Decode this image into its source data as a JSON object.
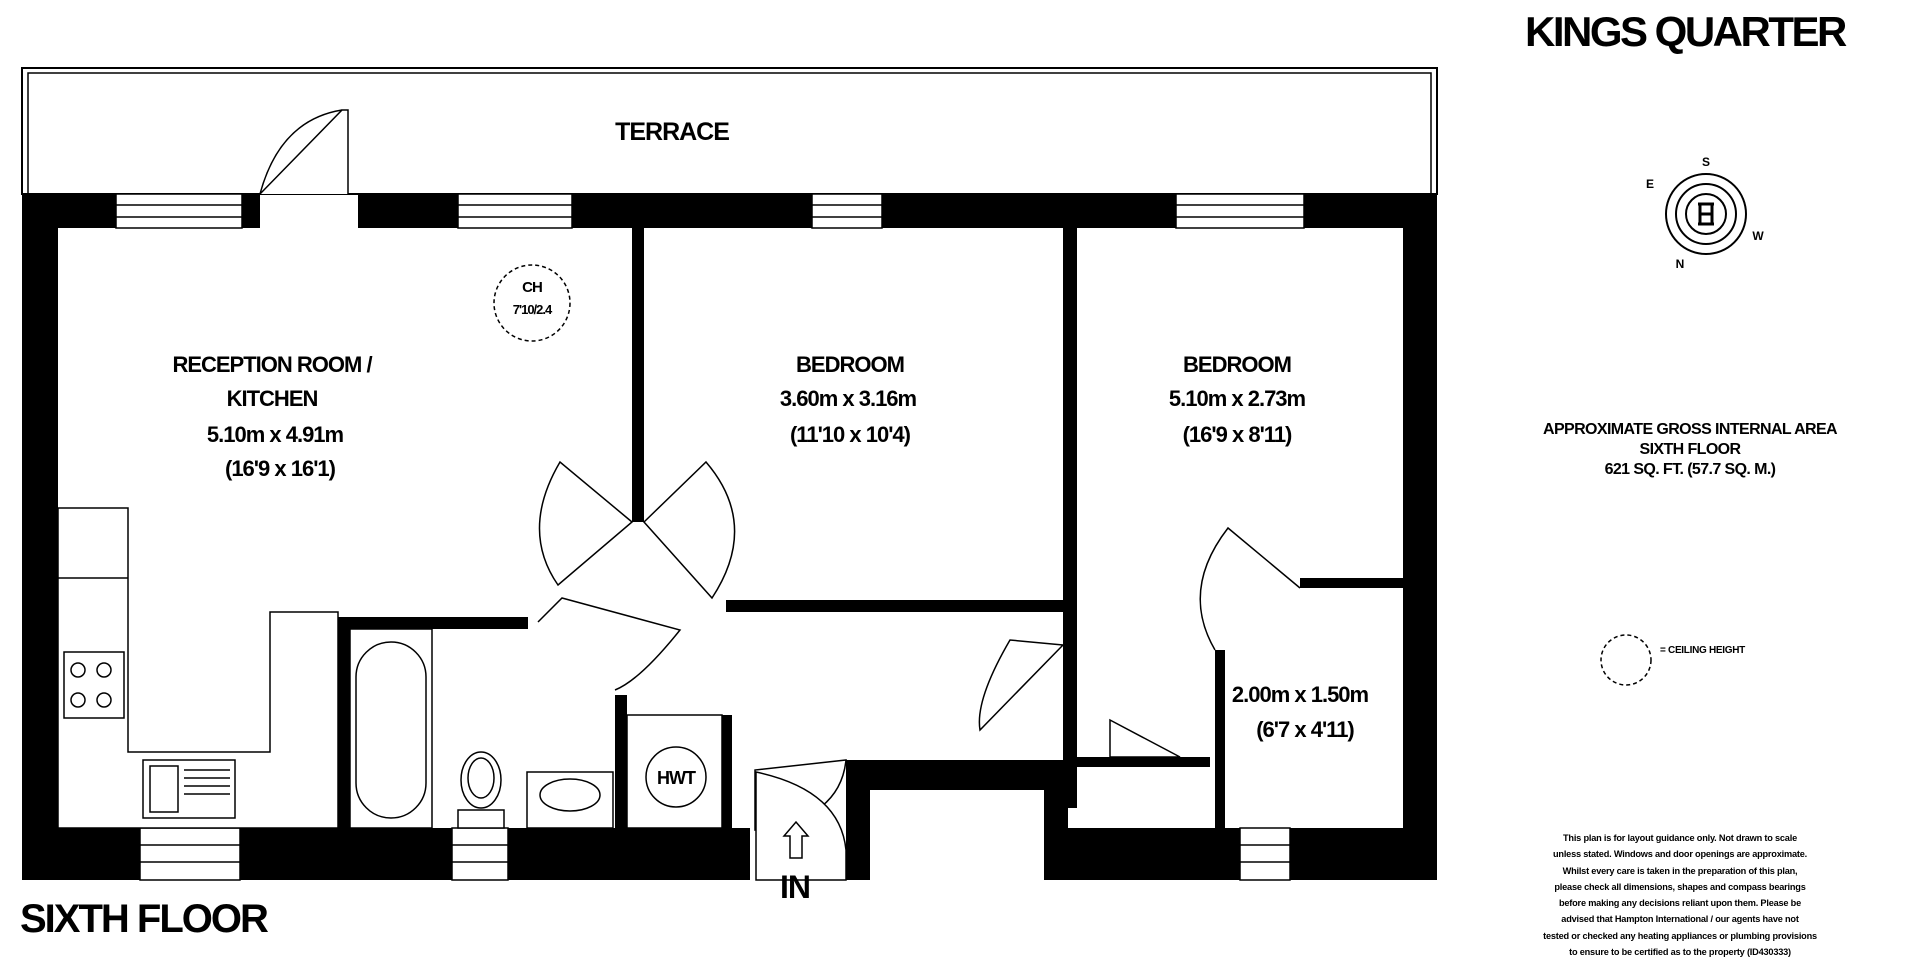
{
  "brand": "KINGS QUARTER",
  "floor_title": "SIXTH FLOOR",
  "terrace_label": "TERRACE",
  "rooms": [
    {
      "name_line1": "RECEPTION ROOM /",
      "name_line2": "KITCHEN",
      "metric": "5.10m x 4.91m",
      "imperial": "(16'9 x 16'1)"
    },
    {
      "name_line1": "BEDROOM",
      "metric": "3.60m x 3.16m",
      "imperial": "(11'10 x 10'4)"
    },
    {
      "name_line1": "BEDROOM",
      "metric": "5.10m x 2.73m",
      "imperial": "(16'9 x 8'11)"
    },
    {
      "metric": "2.00m x 1.50m",
      "imperial": "(6'7 x 4'11)"
    }
  ],
  "ceiling_height": {
    "label": "CH",
    "value": "7'10/2.4"
  },
  "hot_water_label": "HWT",
  "entrance_label": "IN",
  "compass": {
    "north": "N",
    "east": "E",
    "south": "S",
    "west": "W"
  },
  "gross_area": {
    "line1": "APPROXIMATE GROSS INTERNAL AREA",
    "line2": "SIXTH FLOOR",
    "line3": "621 SQ. FT. (57.7 SQ. M.)"
  },
  "legend_label": "= CEILING HEIGHT",
  "disclaimer_lines": [
    "This plan is for layout guidance only. Not drawn to scale",
    "unless stated. Windows and door openings are approximate.",
    "Whilst every care is taken in the preparation of this plan,",
    "please check all dimensions, shapes and compass bearings",
    "before making any decisions reliant upon them. Please be",
    "advised that Hampton International / our agents have not",
    "tested or checked any heating appliances or plumbing provisions",
    "to ensure to be certified as to the property (ID430333)"
  ]
}
